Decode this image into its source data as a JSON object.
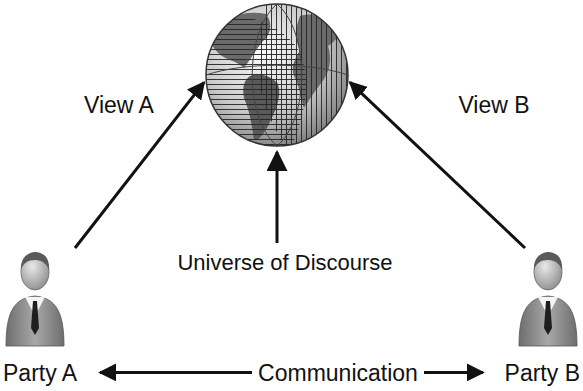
{
  "diagram": {
    "nodes": [
      {
        "text": [
          "Universe of Discourse"
        ]
      },
      {
        "text": [
          "Party A"
        ]
      },
      {
        "text": [
          "Party B"
        ]
      }
    ],
    "edges": [
      {
        "from": 1,
        "to": 0,
        "arrow": "to",
        "label": "View A"
      },
      {
        "from": 2,
        "to": 0,
        "arrow": "to",
        "label": "View B"
      },
      {
        "from": 1,
        "to": 2,
        "arrow": "both",
        "label": "Communication"
      }
    ]
  }
}
